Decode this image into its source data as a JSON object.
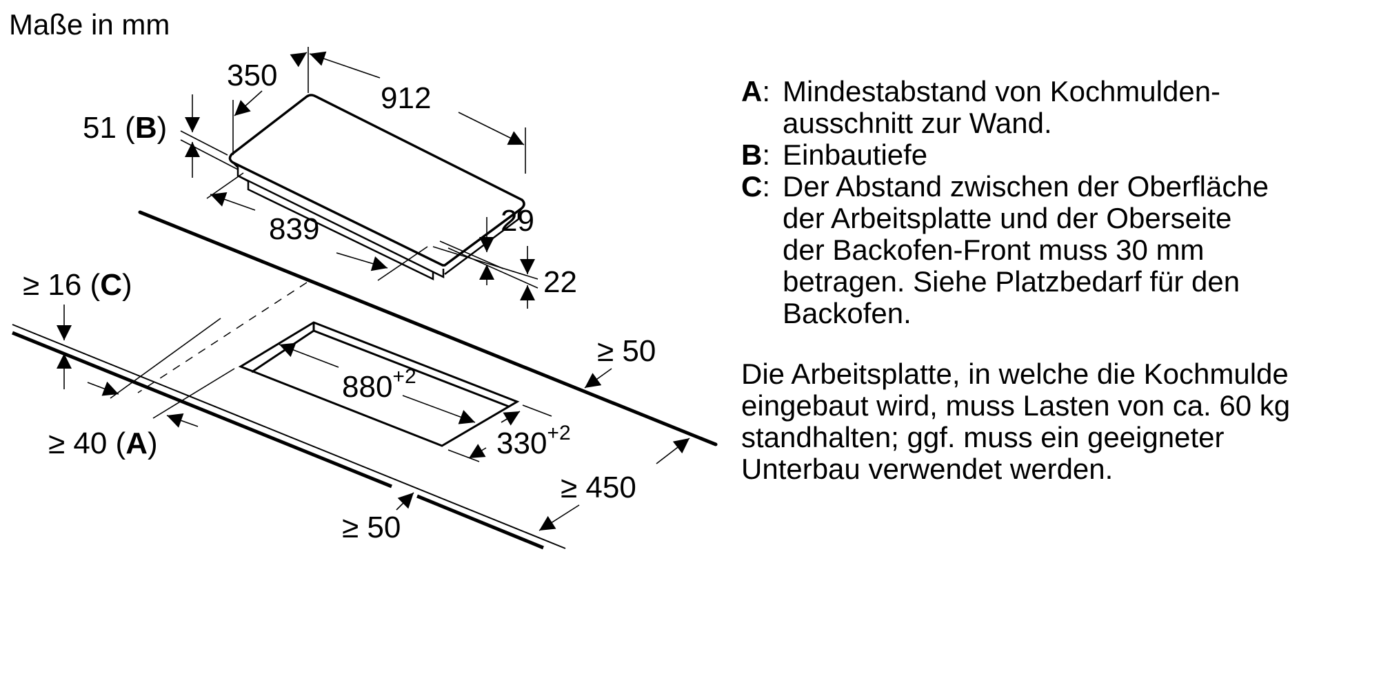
{
  "title": "Maße in mm",
  "dimensions": {
    "hob_depth": "350",
    "hob_width": "912",
    "built_in_depth": "51",
    "built_in_depth_key": "B",
    "frame_width": "839",
    "frame_height": "29",
    "glass_thickness": "22",
    "wall_gap_min": "≥ 16",
    "wall_gap_key": "C",
    "cutout_to_front_min": "≥ 40",
    "cutout_to_front_key": "A",
    "cutout_length": "880",
    "cutout_length_tol": "+2",
    "cutout_width": "330",
    "cutout_width_tol": "+2",
    "back_gap_min": "≥ 50",
    "worktop_depth_min": "≥ 450",
    "side_gap_min": "≥ 50"
  },
  "legend": [
    {
      "key": "A",
      "text": "Mindestabstand von Kochmulden-ausschnitt zur Wand.",
      "lines": [
        "Mindestabstand von Kochmulden-",
        "ausschnitt zur Wand."
      ]
    },
    {
      "key": "B",
      "text": "Einbautiefe",
      "lines": [
        "Einbautiefe"
      ]
    },
    {
      "key": "C",
      "text": "Der Abstand zwischen der Oberfläche der Arbeitsplatte und der Oberseite der Backofen-Front muss 30 mm betragen. Siehe Platzbedarf für den Backofen.",
      "lines": [
        "Der Abstand zwischen der Oberfläche",
        "der Arbeitsplatte und der Oberseite",
        "der Backofen-Front muss 30 mm",
        "betragen. Siehe Platzbedarf für den",
        "Backofen."
      ]
    }
  ],
  "note": {
    "lines": [
      "Die Arbeitsplatte, in welche die Kochmulde",
      "eingebaut wird, muss Lasten von ca. 60 kg",
      "standhalten; ggf. muss ein geeigneter",
      "Unterbau verwendet werden."
    ]
  }
}
